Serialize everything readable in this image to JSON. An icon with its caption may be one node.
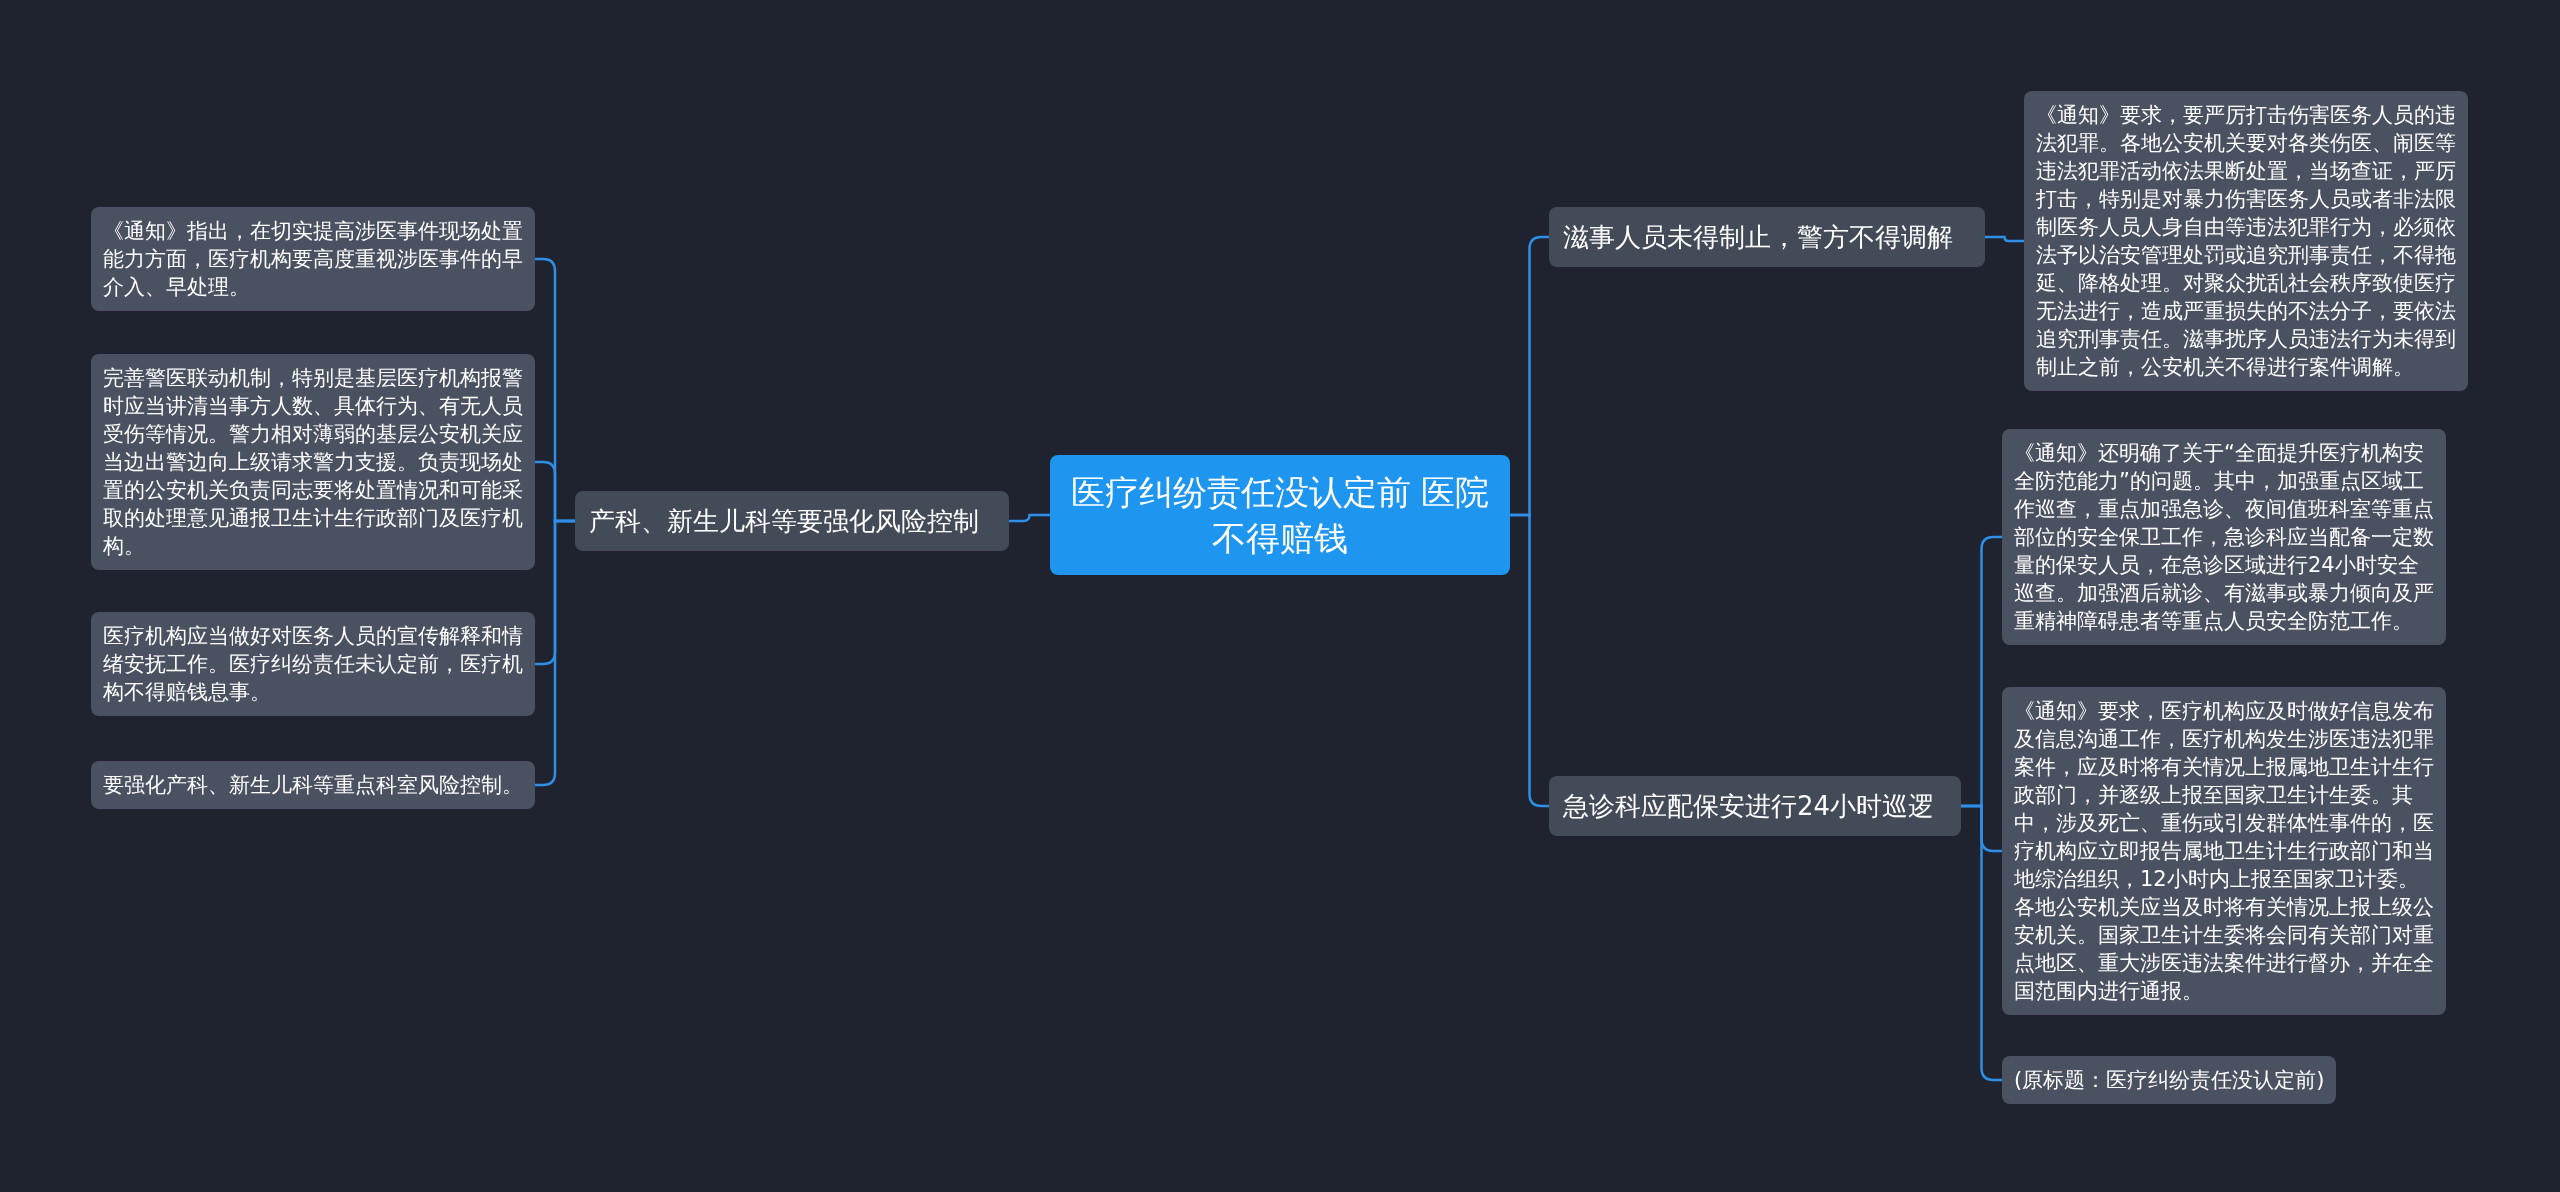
{
  "diagram": {
    "nodes": [
      {
        "text": [
          "医疗纠纷责任没认定前 医院不得赔钱"
        ]
      },
      {
        "text": [
          "产科、新生儿科等要强化风险控制"
        ]
      },
      {
        "text": [
          "《通知》指出，在切实提高涉医事件现场处置能力方面，医疗机构要高度重视涉医事件的早介入、早处理。"
        ]
      },
      {
        "text": [
          "完善警医联动机制，特别是基层医疗机构报警时应当讲清当事方人数、具体行为、有无人员受伤等情况。警力相对薄弱的基层公安机关应当边出警边向上级请求警力支援。负责现场处置的公安机关负责同志要将处置情况和可能采取的处理意见通报卫生计生行政部门及医疗机构。"
        ]
      },
      {
        "text": [
          "医疗机构应当做好对医务人员的宣传解释和情绪安抚工作。医疗纠纷责任未认定前，医疗机构不得赔钱息事。"
        ]
      },
      {
        "text": [
          "要强化产科、新生儿科等重点科室风险控制。"
        ]
      },
      {
        "text": [
          "滋事人员未得制止，警方不得调解"
        ]
      },
      {
        "text": [
          "《通知》要求，要严厉打击伤害医务人员的违法犯罪。各地公安机关要对各类伤医、闹医等违法犯罪活动依法果断处置，当场查证，严厉打击，特别是对暴力伤害医务人员或者非法限制医务人员人身自由等违法犯罪行为，必须依法予以治安管理处罚或追究刑事责任，不得拖延、降格处理。对聚众扰乱社会秩序致使医疗无法进行，造成严重损失的不法分子，要依法追究刑事责任。滋事扰序人员违法行为未得到制止之前，公安机关不得进行案件调解。"
        ]
      },
      {
        "text": [
          "急诊科应配保安进行24小时巡逻"
        ]
      },
      {
        "text": [
          "《通知》还明确了关于“全面提升医疗机构安全防范能力”的问题。其中，加强重点区域工作巡查，重点加强急诊、夜间值班科室等重点部位的安全保卫工作，急诊科应当配备一定数量的保安人员，在急诊区域进行24小时安全巡查。加强酒后就诊、有滋事或暴力倾向及严重精神障碍患者等重点人员安全防范工作。"
        ]
      },
      {
        "text": [
          "《通知》要求，医疗机构应及时做好信息发布及信息沟通工作，医疗机构发生涉医违法犯罪案件，应及时将有关情况上报属地卫生计生行政部门，并逐级上报至国家卫生计生委。其中，涉及死亡、重伤或引发群体性事件的，医疗机构应立即报告属地卫生计生行政部门和当地综治组织，12小时内上报至国家卫计委。各地公安机关应当及时将有关情况上报上级公安机关。国家卫生计生委将会同有关部门对重点地区、重大涉医违法案件进行督办，并在全国范围内进行通报。"
        ]
      },
      {
        "text": [
          "(原标题：医疗纠纷责任没认定前)"
        ]
      }
    ],
    "edges": [
      {
        "from": 0,
        "to": 1,
        "arrow": "none"
      },
      {
        "from": 1,
        "to": 2,
        "arrow": "none"
      },
      {
        "from": 1,
        "to": 3,
        "arrow": "none"
      },
      {
        "from": 1,
        "to": 4,
        "arrow": "none"
      },
      {
        "from": 1,
        "to": 5,
        "arrow": "none"
      },
      {
        "from": 0,
        "to": 6,
        "arrow": "none"
      },
      {
        "from": 6,
        "to": 7,
        "arrow": "none"
      },
      {
        "from": 0,
        "to": 8,
        "arrow": "none"
      },
      {
        "from": 8,
        "to": 9,
        "arrow": "none"
      },
      {
        "from": 8,
        "to": 10,
        "arrow": "none"
      },
      {
        "from": 8,
        "to": 11,
        "arrow": "none"
      }
    ]
  }
}
